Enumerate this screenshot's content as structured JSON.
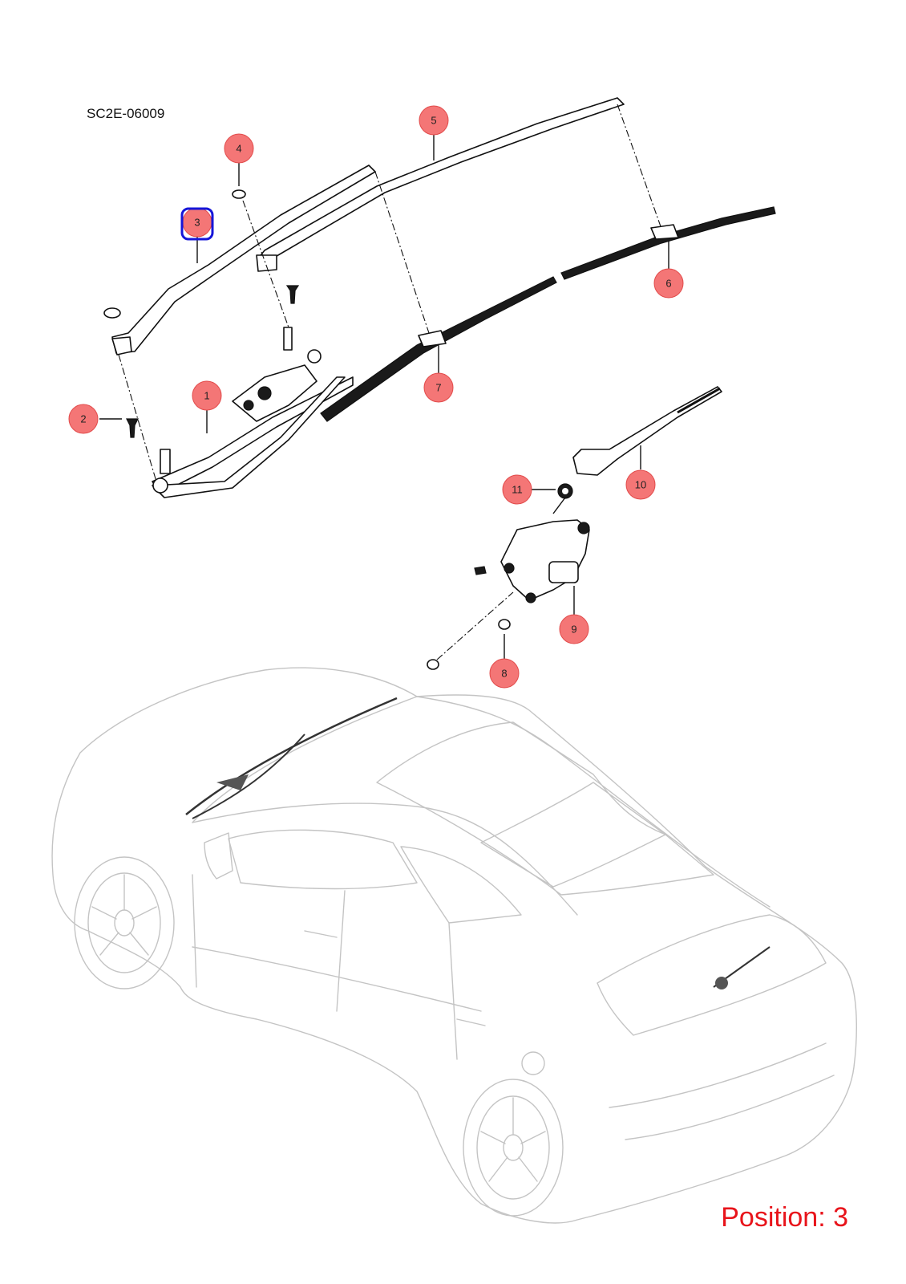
{
  "diagram": {
    "code": "SC2E-06009",
    "position_label": "Position: 3",
    "selected_part": "3",
    "colors": {
      "callout_fill": "#f47676",
      "callout_stroke": "#e24b4b",
      "selection": "#1616d8",
      "position_text": "#e8141b"
    },
    "callouts": [
      {
        "id": "1",
        "label": "1"
      },
      {
        "id": "2",
        "label": "2"
      },
      {
        "id": "3",
        "label": "3"
      },
      {
        "id": "4",
        "label": "4"
      },
      {
        "id": "5",
        "label": "5"
      },
      {
        "id": "6",
        "label": "6"
      },
      {
        "id": "7",
        "label": "7"
      },
      {
        "id": "8",
        "label": "8"
      },
      {
        "id": "9",
        "label": "9"
      },
      {
        "id": "10",
        "label": "10"
      },
      {
        "id": "11",
        "label": "11"
      }
    ]
  }
}
